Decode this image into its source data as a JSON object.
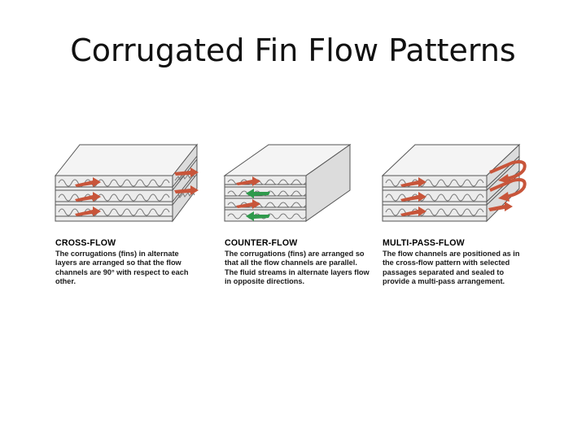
{
  "title": "Corrugated Fin Flow Patterns",
  "colors": {
    "red_arrow": "#c8553a",
    "green_arrow": "#2f9a4c",
    "outline": "#555555",
    "box_face": "#e9e9e9",
    "top_face": "#f4f4f4",
    "side_face": "#dcdcdc"
  },
  "panels": [
    {
      "heading": "CROSS-FLOW",
      "description": "The corrugations (fins) in alternate layers are arranged so that the flow channels are 90° with respect to each other."
    },
    {
      "heading": "COUNTER-FLOW",
      "description": "The corrugations (fins) are arranged so that all the flow channels are parallel. The fluid streams in alternate layers flow in opposite directions."
    },
    {
      "heading": "MULTI-PASS-FLOW",
      "description": "The flow channels are positioned as in the cross-flow pattern with selected passages separated and sealed to provide a multi-pass arrangement."
    }
  ]
}
